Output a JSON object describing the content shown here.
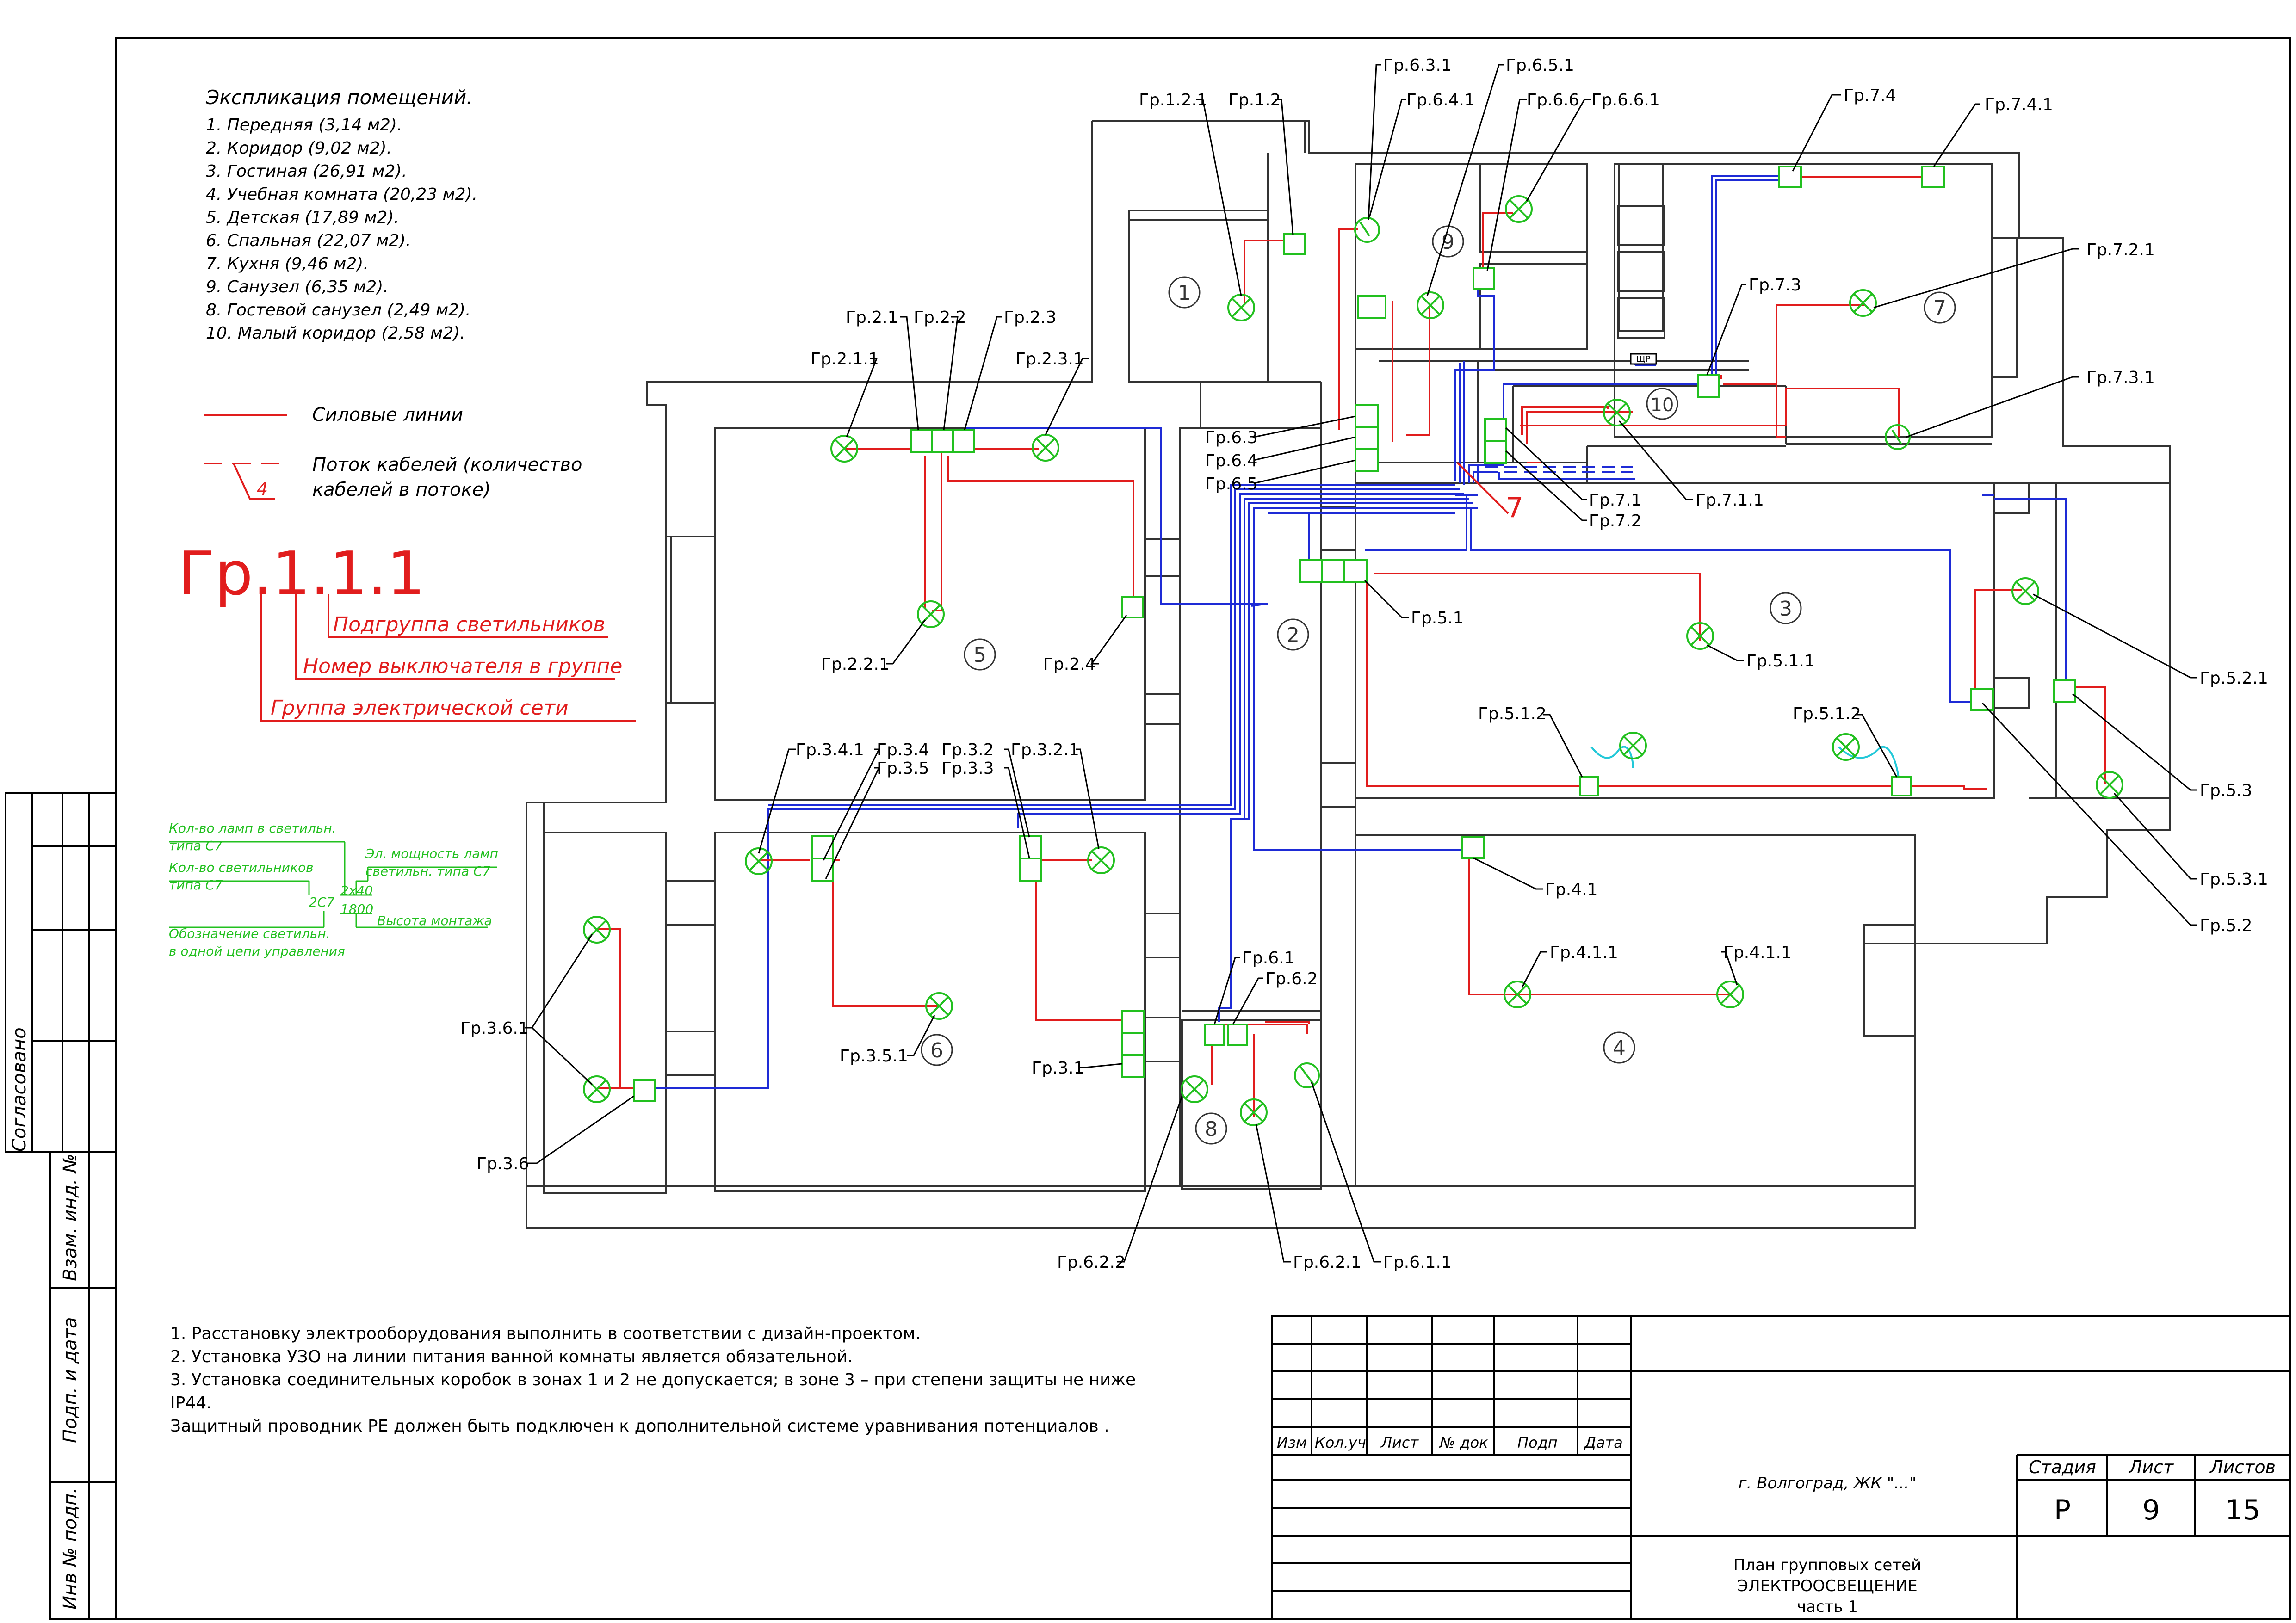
{
  "explication": {
    "title": "Экспликация помещений.",
    "items": [
      "1. Передняя (3,14 м2).",
      "2. Коридор (9,02 м2).",
      "3. Гостиная (26,91 м2).",
      "4. Учебная комната (20,23 м2).",
      "5. Детская (17,89 м2).",
      "6. Спальная (22,07 м2).",
      "7. Кухня (9,46 м2).",
      "9. Санузел (6,35 м2).",
      "8. Гостевой санузел (2,49 м2).",
      "10. Малый коридор (2,58 м2)."
    ]
  },
  "legend": {
    "power_lines": "Силовые линии",
    "cable_flow_line1": "Поток кабелей (количество",
    "cable_flow_line2": "кабелей в потоке)",
    "cable_flow_count": "4",
    "code_example": "Гр.1.1.1",
    "subgroup": "Подгруппа светильников",
    "switch_number": "Номер выключателя в группе",
    "network_group": "Группа электрической сети"
  },
  "fixture_legend": {
    "lamps_count_1": "Кол-во ламп в светильн.",
    "lamps_count_2": "типа С7",
    "fixtures_count_1": "Кол-во светильников",
    "fixtures_count_2": "типа С7",
    "power_1": "Эл. мощность ламп",
    "power_2": "светильн. типа С7",
    "type_code": "2С7",
    "power_value": "2х40",
    "height_value": "1800",
    "height_label": "Высота монтажа",
    "designation_1": "Обозначение светильн.",
    "designation_2": "в одной цепи управления"
  },
  "rooms": [
    "1",
    "2",
    "3",
    "4",
    "5",
    "6",
    "7",
    "8",
    "9",
    "10"
  ],
  "flow_marker": "7",
  "panel_label": "ЩР",
  "labels": {
    "g121": "Гр.1.2.1",
    "g12": "Гр.1.2",
    "g631": "Гр.6.3.1",
    "g641": "Гр.6.4.1",
    "g651": "Гр.6.5.1",
    "g66": "Гр.6.6",
    "g661": "Гр.6.6.1",
    "g74": "Гр.7.4",
    "g741": "Гр.7.4.1",
    "g721": "Гр.7.2.1",
    "g73": "Гр.7.3",
    "g731": "Гр.7.3.1",
    "g21": "Гр.2.1",
    "g22": "Гр.2.2",
    "g23": "Гр.2.3",
    "g211": "Гр.2.1.1",
    "g231": "Гр.2.3.1",
    "g63": "Гр.6.3",
    "g64": "Гр.6.4",
    "g65": "Гр.6.5",
    "g71": "Гр.7.1",
    "g72": "Гр.7.2",
    "g711": "Гр.7.1.1",
    "g51": "Гр.5.1",
    "g511": "Гр.5.1.1",
    "g512a": "Гр.5.1.2",
    "g512b": "Гр.5.1.2",
    "g521": "Гр.5.2.1",
    "g53": "Гр.5.3",
    "g531": "Гр.5.3.1",
    "g52": "Гр.5.2",
    "g221": "Гр.2.2.1",
    "g24": "Гр.2.4",
    "g341": "Гр.3.4.1",
    "g34": "Гр.3.4",
    "g35": "Гр.3.5",
    "g32": "Гр.3.2",
    "g33": "Гр.3.3",
    "g321": "Гр.3.2.1",
    "g41": "Гр.4.1",
    "g411a": "Гр.4.1.1",
    "g411b": "Гр.4.1.1",
    "g361": "Гр.3.6.1",
    "g36": "Гр.3.6",
    "g351": "Гр.3.5.1",
    "g31": "Гр.3.1",
    "g61": "Гр.6.1",
    "g62": "Гр.6.2",
    "g622": "Гр.6.2.2",
    "g621": "Гр.6.2.1",
    "g611": "Гр.6.1.1"
  },
  "notes": [
    "1. Расстановку электрооборудования выполнить в соответствии с дизайн-проектом.",
    "2. Установка УЗО на линии питания ванной комнаты является обязательной.",
    "3. Установка соединительных коробок в зонах 1 и 2 не допускается; в зоне 3 – при степени защиты не ниже",
    "IP44.",
    "Защитный проводник PE должен быть подключен к дополнительной системе уравнивания потенциалов ."
  ],
  "side_stamp": {
    "agreed": "Согласовано",
    "ref_no": "Взам. инд. №",
    "sign_date": "Подп. и дата",
    "inv_no": "Инв № подп."
  },
  "title_block": {
    "headers": [
      "Изм",
      "Кол.уч",
      "Лист",
      "№ док",
      "Подп",
      "Дата"
    ],
    "project": "г. Волгоград, ЖК \"...\"",
    "stage_h": "Стадия",
    "sheet_h": "Лист",
    "sheets_h": "Листов",
    "stage": "Р",
    "sheet": "9",
    "sheets": "15",
    "title1": "План групповых сетей",
    "title2": "ЭЛЕКТРООСВЕЩЕНИЕ",
    "title3": "часть 1"
  },
  "colors": {
    "power": "#e11d1d",
    "cable": "#1e2bd6",
    "fixture": "#22c01f",
    "accent": "#22c8d8",
    "wall": "#333333"
  }
}
